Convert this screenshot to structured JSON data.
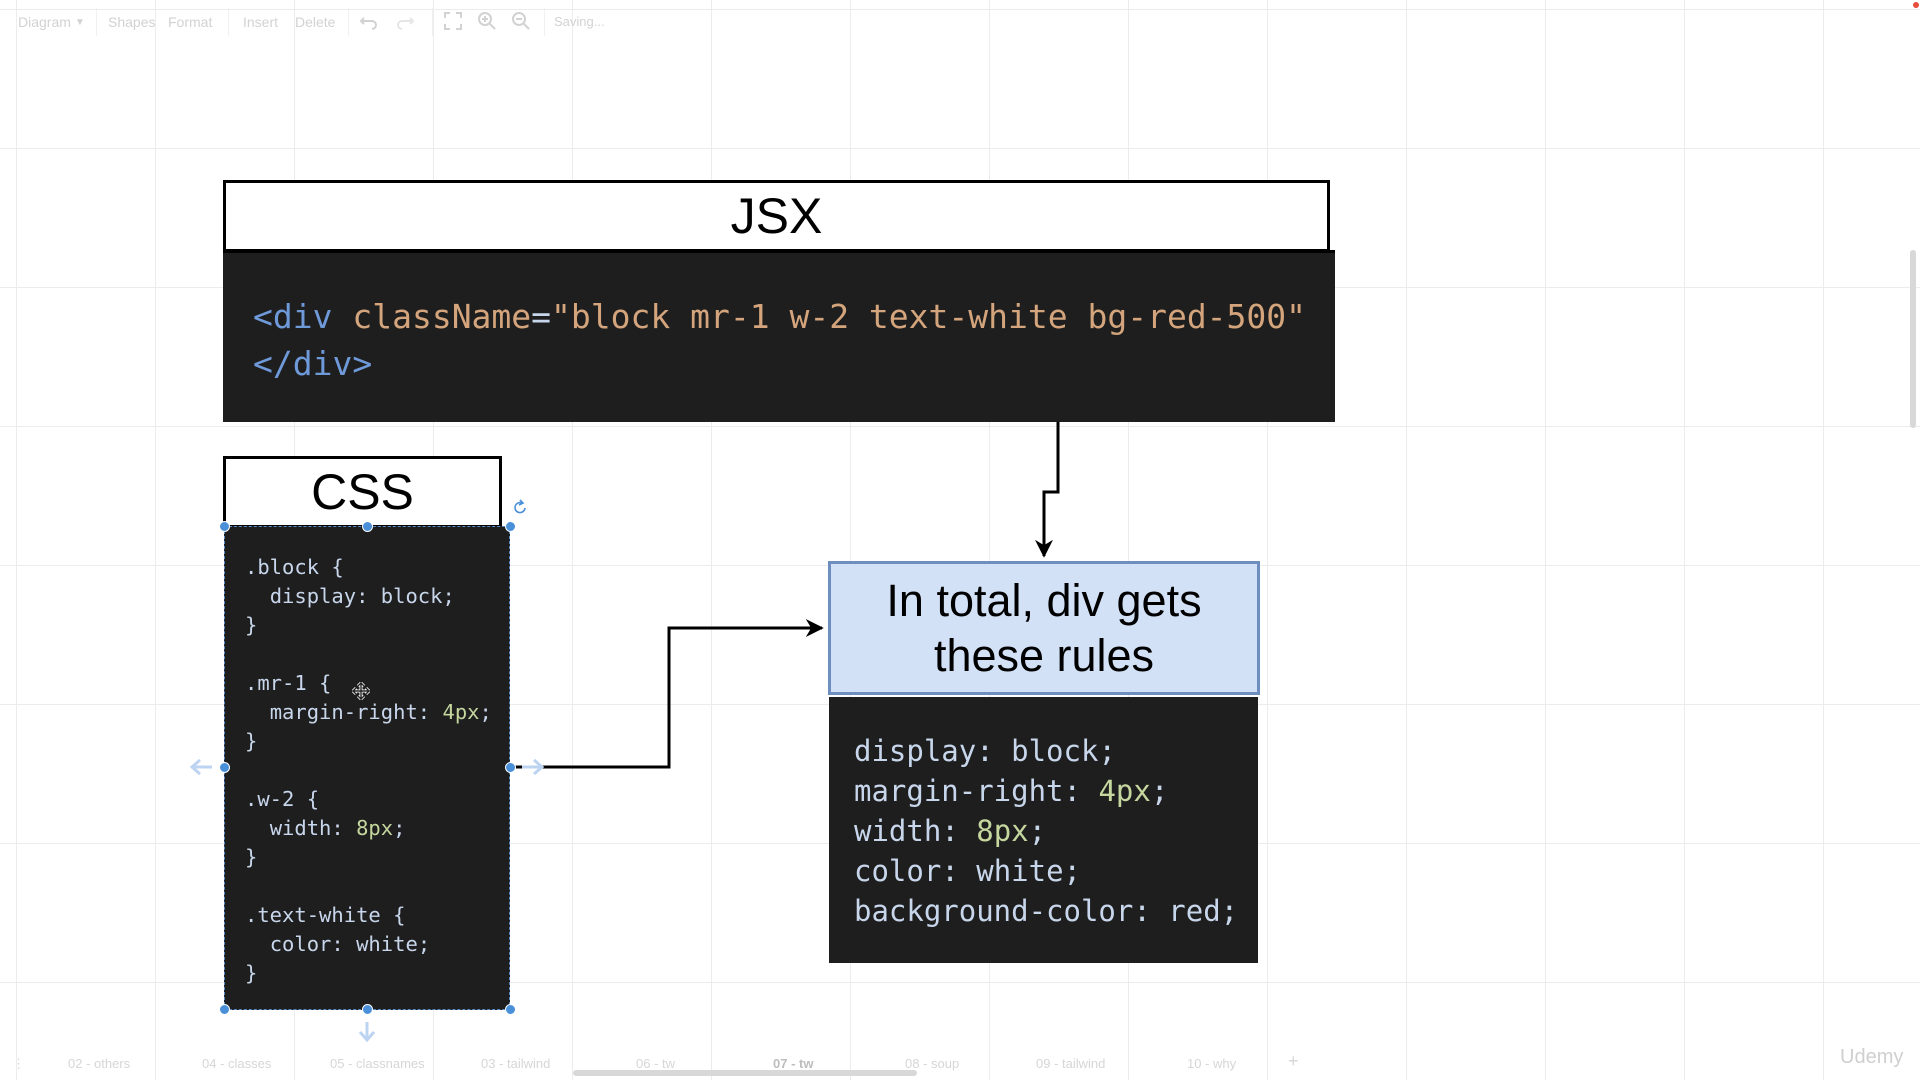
{
  "toolbar": {
    "diagram_menu": "Diagram",
    "shapes": "Shapes",
    "format": "Format",
    "insert": "Insert",
    "delete": "Delete",
    "status": "Saving..."
  },
  "jsx": {
    "title": "JSX",
    "line1": {
      "open": "<div",
      "attr": " className",
      "eq": "=",
      "value": "\"block mr-1 w-2 text-white bg-red-500\""
    },
    "line2": "</div>"
  },
  "css": {
    "title": "CSS",
    "rules": [
      {
        "selector": ".block",
        "prop": "display",
        "value": "block"
      },
      {
        "selector": ".mr-1",
        "prop": "margin-right",
        "value": "4px"
      },
      {
        "selector": ".w-2",
        "prop": "width",
        "value": "8px"
      },
      {
        "selector": ".text-white",
        "prop": "color",
        "value": "white"
      }
    ]
  },
  "total": {
    "title_line1": "In total, div gets",
    "title_line2": "these rules",
    "rules": [
      {
        "prop": "display",
        "value": "block"
      },
      {
        "prop": "margin-right",
        "value": "4px"
      },
      {
        "prop": "width",
        "value": "8px"
      },
      {
        "prop": "color",
        "value": "white"
      },
      {
        "prop": "background-color",
        "value": "red"
      }
    ]
  },
  "tabs": [
    {
      "label": "02 - others"
    },
    {
      "label": "04 - classes"
    },
    {
      "label": "05 - classnames"
    },
    {
      "label": "03 - tailwind"
    },
    {
      "label": "06 - tw"
    },
    {
      "label": "07 - tw",
      "active": true
    },
    {
      "label": "08 - soup"
    },
    {
      "label": "09 - tailwind"
    },
    {
      "label": "10 - why"
    }
  ],
  "watermark": "Udemy",
  "colors": {
    "code_bg": "#1e1e1e",
    "keyword": "#6f9ad9",
    "string": "#d4a57c",
    "number": "#c5d79f",
    "highlight_box": "#d3e1f6",
    "highlight_border": "#6d8ebf",
    "selection": "#4a90d9"
  }
}
